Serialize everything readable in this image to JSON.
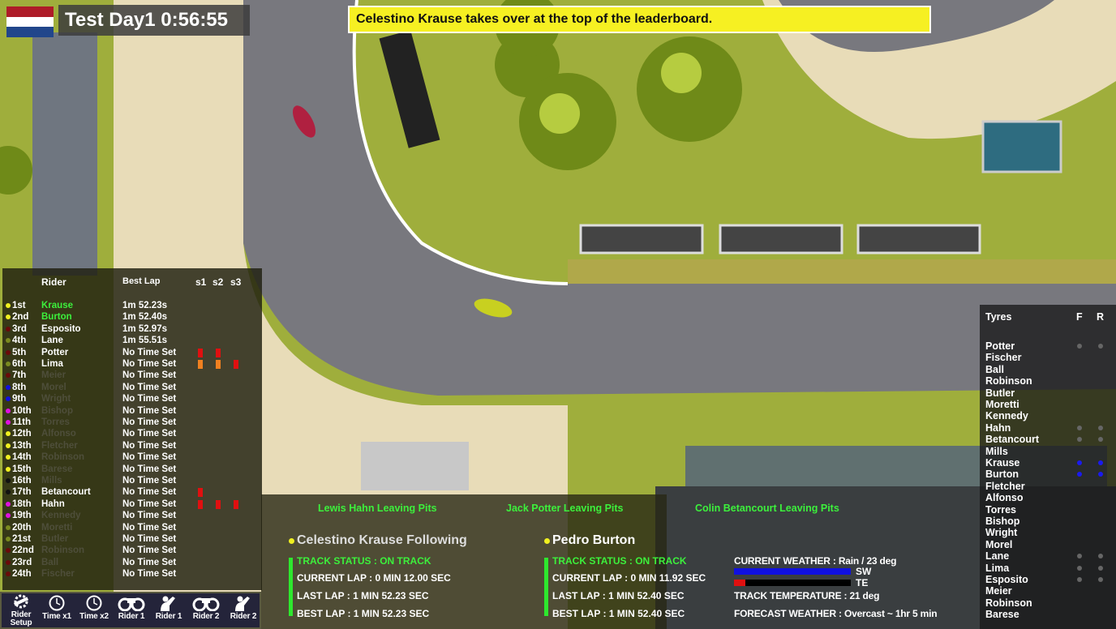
{
  "header": {
    "clock": "Test Day1 0:56:55",
    "flag_colors": [
      "#ae1c28",
      "#ffffff",
      "#21468b"
    ]
  },
  "banner": "Celestino Krause takes over at the top of the leaderboard.",
  "leaderboard": {
    "col_rider": "Rider",
    "col_best": "Best Lap",
    "col_s1": "s1",
    "col_s2": "s2",
    "col_s3": "s3",
    "rows": [
      {
        "pos": "1st",
        "name": "Krause",
        "best": "1m 52.23s",
        "dot": "#f0f020",
        "style": "green",
        "s": []
      },
      {
        "pos": "2nd",
        "name": "Burton",
        "best": "1m 52.40s",
        "dot": "#f0f020",
        "style": "green",
        "s": []
      },
      {
        "pos": "3rd",
        "name": "Esposito",
        "best": "1m 52.97s",
        "dot": "#6a0a0a",
        "style": "white",
        "s": []
      },
      {
        "pos": "4th",
        "name": "Lane",
        "best": "1m 55.51s",
        "dot": "#7a8a20",
        "style": "white",
        "s": []
      },
      {
        "pos": "5th",
        "name": "Potter",
        "best": "No Time Set",
        "dot": "#6a0a0a",
        "style": "white",
        "s": [
          "#e01010",
          "#e01010",
          ""
        ]
      },
      {
        "pos": "6th",
        "name": "Lima",
        "best": "No Time Set",
        "dot": "#7a8a20",
        "style": "white",
        "s": [
          "#f08020",
          "#f08020",
          "#e01010"
        ]
      },
      {
        "pos": "7th",
        "name": "Meier",
        "best": "No Time Set",
        "dot": "#6a0a0a",
        "style": "dim",
        "s": []
      },
      {
        "pos": "8th",
        "name": "Morel",
        "best": "No Time Set",
        "dot": "#1010e0",
        "style": "dim",
        "s": []
      },
      {
        "pos": "9th",
        "name": "Wright",
        "best": "No Time Set",
        "dot": "#1010e0",
        "style": "dim",
        "s": []
      },
      {
        "pos": "10th",
        "name": "Bishop",
        "best": "No Time Set",
        "dot": "#e010e0",
        "style": "dim",
        "s": []
      },
      {
        "pos": "11th",
        "name": "Torres",
        "best": "No Time Set",
        "dot": "#e010e0",
        "style": "dim",
        "s": []
      },
      {
        "pos": "12th",
        "name": "Alfonso",
        "best": "No Time Set",
        "dot": "#f0f020",
        "style": "dim",
        "s": []
      },
      {
        "pos": "13th",
        "name": "Fletcher",
        "best": "No Time Set",
        "dot": "#f0f020",
        "style": "dim",
        "s": []
      },
      {
        "pos": "14th",
        "name": "Robinson",
        "best": "No Time Set",
        "dot": "#f0f020",
        "style": "dim",
        "s": []
      },
      {
        "pos": "15th",
        "name": "Barese",
        "best": "No Time Set",
        "dot": "#f0f020",
        "style": "dim",
        "s": []
      },
      {
        "pos": "16th",
        "name": "Mills",
        "best": "No Time Set",
        "dot": "#111111",
        "style": "dim",
        "s": []
      },
      {
        "pos": "17th",
        "name": "Betancourt",
        "best": "No Time Set",
        "dot": "#111111",
        "style": "white",
        "s": [
          "#e01010",
          "",
          ""
        ]
      },
      {
        "pos": "18th",
        "name": "Hahn",
        "best": "No Time Set",
        "dot": "#e010e0",
        "style": "white",
        "s": [
          "#e01010",
          "#e01010",
          "#e01010"
        ]
      },
      {
        "pos": "19th",
        "name": "Kennedy",
        "best": "No Time Set",
        "dot": "#e010e0",
        "style": "dim",
        "s": []
      },
      {
        "pos": "20th",
        "name": "Moretti",
        "best": "No Time Set",
        "dot": "#7a8a20",
        "style": "dim",
        "s": []
      },
      {
        "pos": "21st",
        "name": "Butler",
        "best": "No Time Set",
        "dot": "#7a8a20",
        "style": "dim",
        "s": []
      },
      {
        "pos": "22nd",
        "name": "Robinson",
        "best": "No Time Set",
        "dot": "#6a0a0a",
        "style": "dim",
        "s": []
      },
      {
        "pos": "23rd",
        "name": "Ball",
        "best": "No Time Set",
        "dot": "#6a0a0a",
        "style": "dim",
        "s": []
      },
      {
        "pos": "24th",
        "name": "Fischer",
        "best": "No Time Set",
        "dot": "#6a0a0a",
        "style": "dim",
        "s": []
      }
    ]
  },
  "toolbar": [
    {
      "label": "Rider Setup",
      "icon": "gear-wrench-icon"
    },
    {
      "label": "Time x1",
      "icon": "clock-icon"
    },
    {
      "label": "Time x2",
      "icon": "clock-icon"
    },
    {
      "label": "Rider 1",
      "icon": "binoculars-icon"
    },
    {
      "label": "Rider 1",
      "icon": "rider-wave-icon"
    },
    {
      "label": "Rider 2",
      "icon": "binoculars-icon"
    },
    {
      "label": "Rider 2",
      "icon": "rider-wave-icon"
    }
  ],
  "pit_messages": [
    "Lewis Hahn Leaving Pits",
    "Jack Potter Leaving Pits",
    "Colin Betancourt Leaving Pits"
  ],
  "rider1": {
    "title": "Celestino Krause Following",
    "status": "TRACK STATUS : ON TRACK",
    "current": "CURRENT LAP : 0 MIN 12.00 SEC",
    "last": "LAST LAP : 1 MIN 52.23 SEC",
    "best": "BEST LAP : 1 MIN 52.23 SEC"
  },
  "rider2": {
    "title": "Pedro Burton",
    "status": "TRACK STATUS : ON TRACK",
    "current": "CURRENT LAP : 0 MIN 11.92 SEC",
    "last": "LAST LAP : 1 MIN 52.40 SEC",
    "best": "BEST LAP : 1 MIN 52.40 SEC"
  },
  "weather": {
    "current": "CURRENT WEATHER : Rain / 23 deg",
    "sw_label": "SW",
    "sw_level": 1.0,
    "te_label": "TE",
    "te_level": 0.1,
    "track_temp": "TRACK TEMPERATURE : 21 deg",
    "forecast": "FORECAST WEATHER : Overcast ~ 1hr 5 min"
  },
  "tyres": {
    "title": "Tyres",
    "col_f": "F",
    "col_r": "R",
    "rows": [
      {
        "name": "Potter",
        "dot": "#666666"
      },
      {
        "name": "Fischer",
        "dot": ""
      },
      {
        "name": "Ball",
        "dot": ""
      },
      {
        "name": "Robinson",
        "dot": ""
      },
      {
        "name": "Butler",
        "dot": ""
      },
      {
        "name": "Moretti",
        "dot": ""
      },
      {
        "name": "Kennedy",
        "dot": ""
      },
      {
        "name": "Hahn",
        "dot": "#666666"
      },
      {
        "name": "Betancourt",
        "dot": "#666666"
      },
      {
        "name": "Mills",
        "dot": ""
      },
      {
        "name": "Krause",
        "dot": "#1a1af0"
      },
      {
        "name": "Burton",
        "dot": "#1a1af0"
      },
      {
        "name": "Fletcher",
        "dot": ""
      },
      {
        "name": "Alfonso",
        "dot": ""
      },
      {
        "name": "Torres",
        "dot": ""
      },
      {
        "name": "Bishop",
        "dot": ""
      },
      {
        "name": "Wright",
        "dot": ""
      },
      {
        "name": "Morel",
        "dot": ""
      },
      {
        "name": "Lane",
        "dot": "#666666"
      },
      {
        "name": "Lima",
        "dot": "#666666"
      },
      {
        "name": "Esposito",
        "dot": "#666666"
      },
      {
        "name": "Meier",
        "dot": ""
      },
      {
        "name": "Robinson",
        "dot": ""
      },
      {
        "name": "Barese",
        "dot": ""
      }
    ]
  }
}
